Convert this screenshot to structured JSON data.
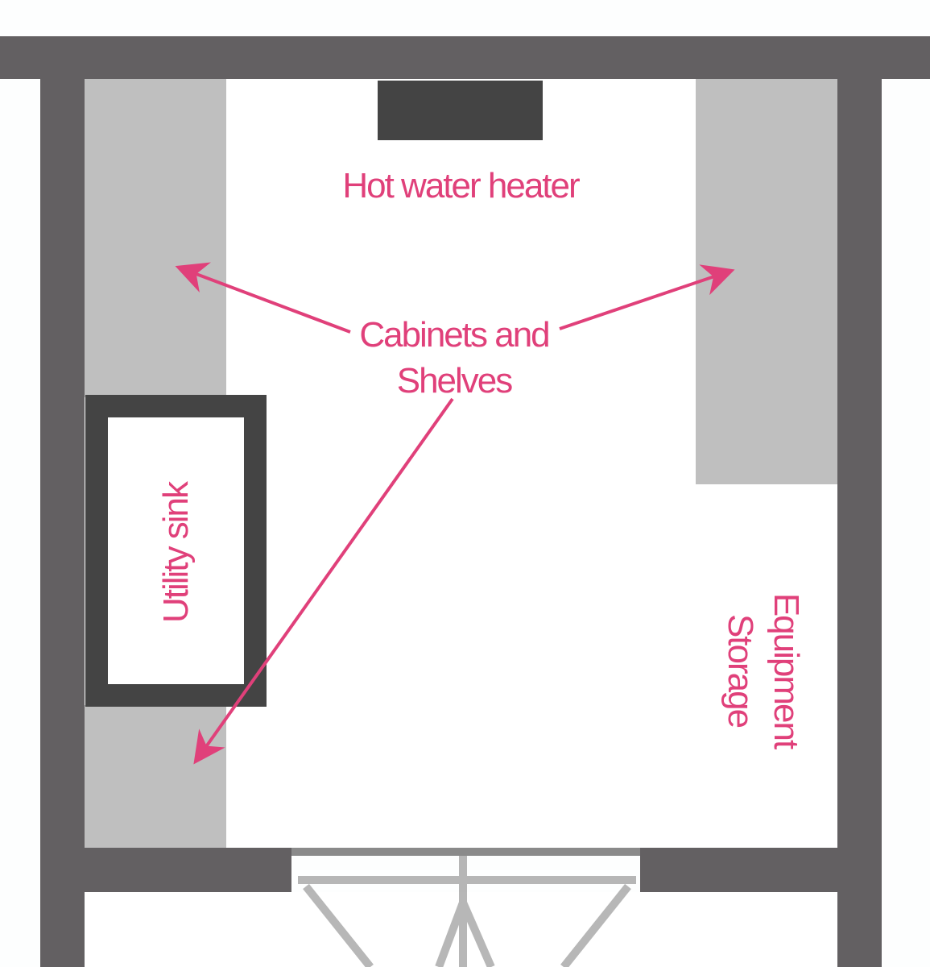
{
  "labels": {
    "hot_water_heater": "Hot water heater",
    "cabinets_line1": "Cabinets and",
    "cabinets_line2": "Shelves",
    "utility_sink": "Utility sink",
    "equipment_line1": "Equipment",
    "equipment_line2": "Storage"
  },
  "colors": {
    "wall": "#636062",
    "cabinet": "#bfbfbf",
    "fixture": "#444444",
    "annotation": "#e0407a",
    "floor": "#ffffff"
  }
}
